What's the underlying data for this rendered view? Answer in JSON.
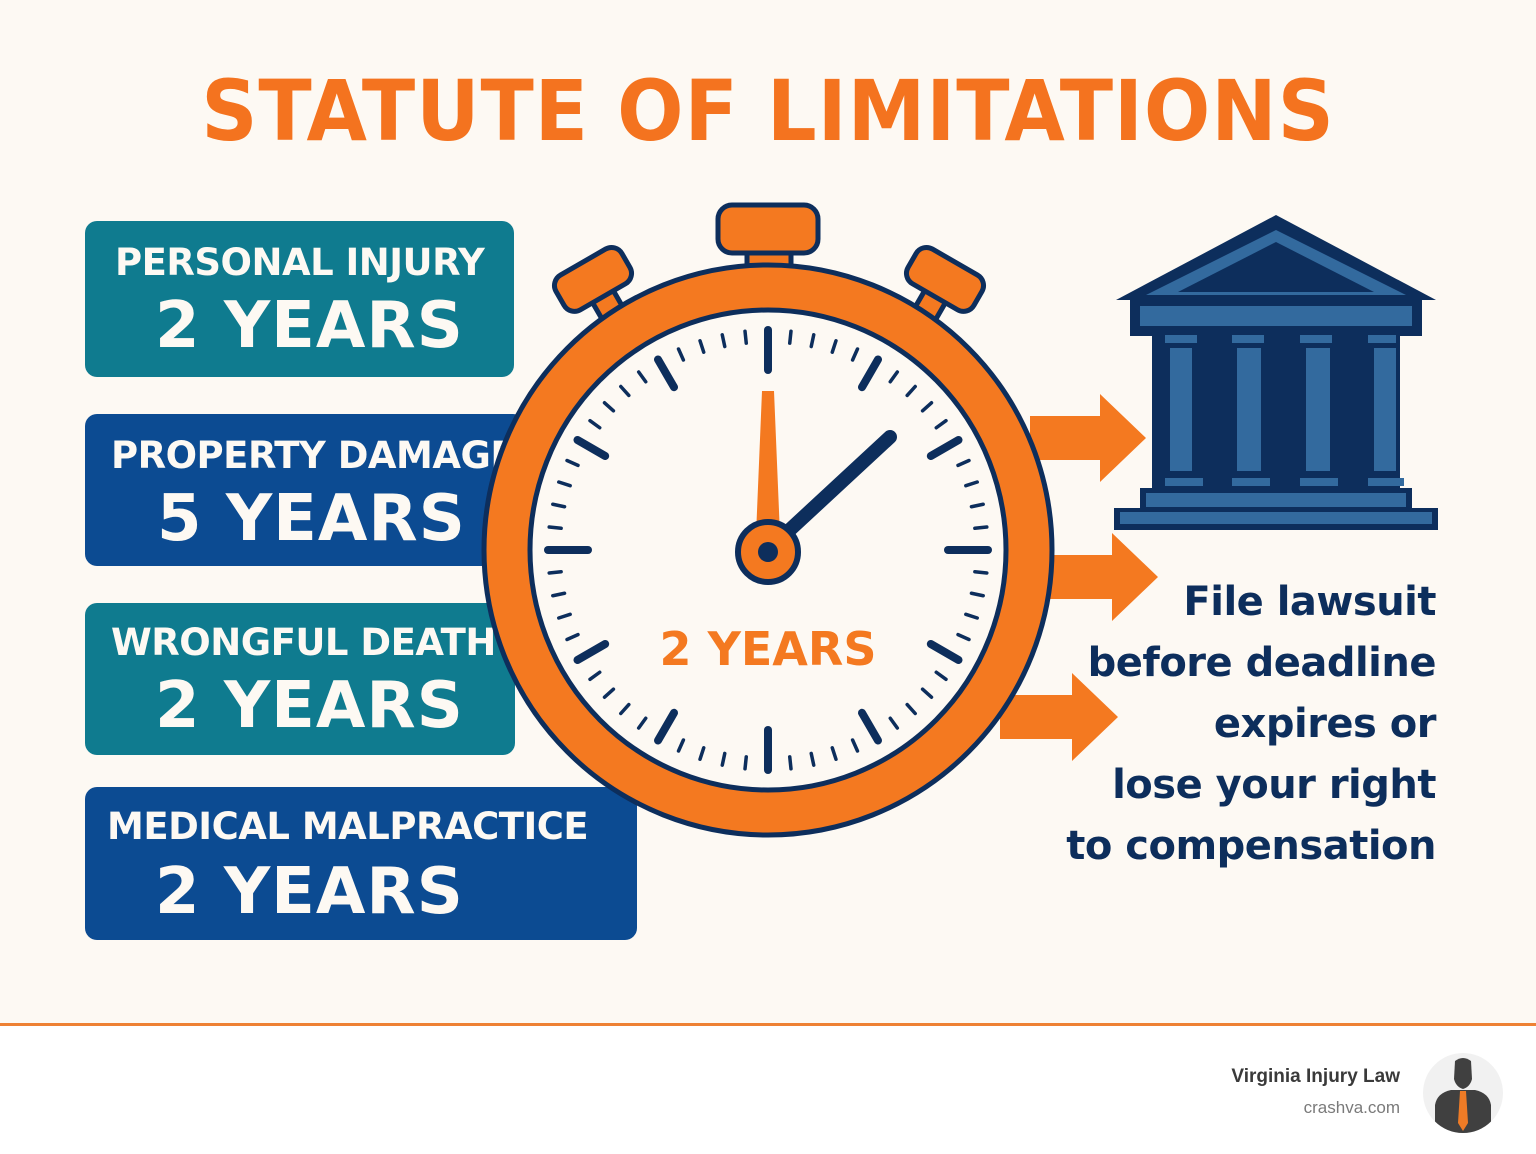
{
  "title": "STATUTE OF LIMITATIONS",
  "cards": [
    {
      "label": "PERSONAL INJURY",
      "value": "2 YEARS",
      "color": "#0f7b8f"
    },
    {
      "label": "PROPERTY DAMAGE",
      "value": "5 YEARS",
      "color": "#0c4b92"
    },
    {
      "label": "WRONGFUL DEATH",
      "value": "2 YEARS",
      "color": "#0f7b8f"
    },
    {
      "label": "MEDICAL MALPRACTICE",
      "value": "2 YEARS",
      "color": "#0c4b92"
    }
  ],
  "stopwatch": {
    "label": "2 YEARS",
    "icon": "stopwatch-icon",
    "ring_color": "#f47920",
    "outline_color": "#0d2e5c"
  },
  "courthouse": {
    "icon": "courthouse-icon",
    "color": "#336a9e"
  },
  "arrows": {
    "icon": "arrow-right-icon",
    "count": 3,
    "color": "#f47920"
  },
  "message": {
    "lines": [
      "File lawsuit",
      "before deadline",
      "expires or",
      "lose your right",
      "to compensation"
    ]
  },
  "footer": {
    "brand_name": "Virginia Injury Law",
    "brand_url": "crashva.com",
    "avatar_icon": "lawyer-avatar-icon",
    "accent_line_color": "#ee8134"
  }
}
